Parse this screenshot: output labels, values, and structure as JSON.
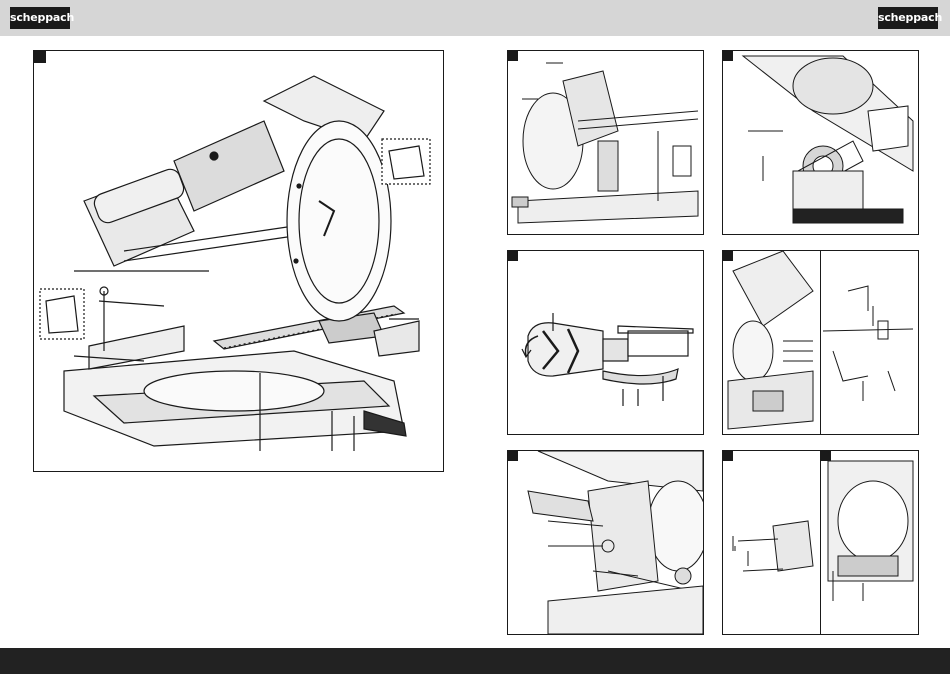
{
  "header": {
    "brand": "scheppach",
    "logo_color": "#1a1a1a",
    "bar_color": "#d6d6d6"
  },
  "footer": {
    "bar_color": "#222222"
  },
  "figures": [
    {
      "id": "fig-1",
      "icon": "miter-saw-overview-illustration"
    },
    {
      "id": "fig-2",
      "icon": "saw-side-view-illustration"
    },
    {
      "id": "fig-3",
      "icon": "motor-head-detail-illustration"
    },
    {
      "id": "fig-4",
      "icon": "clamp-knob-illustration"
    },
    {
      "id": "fig-5",
      "icon": "fence-adjust-illustration"
    },
    {
      "id": "fig-6",
      "icon": "bevel-lock-illustration"
    },
    {
      "id": "fig-7",
      "icon": "extension-support-illustration"
    }
  ]
}
